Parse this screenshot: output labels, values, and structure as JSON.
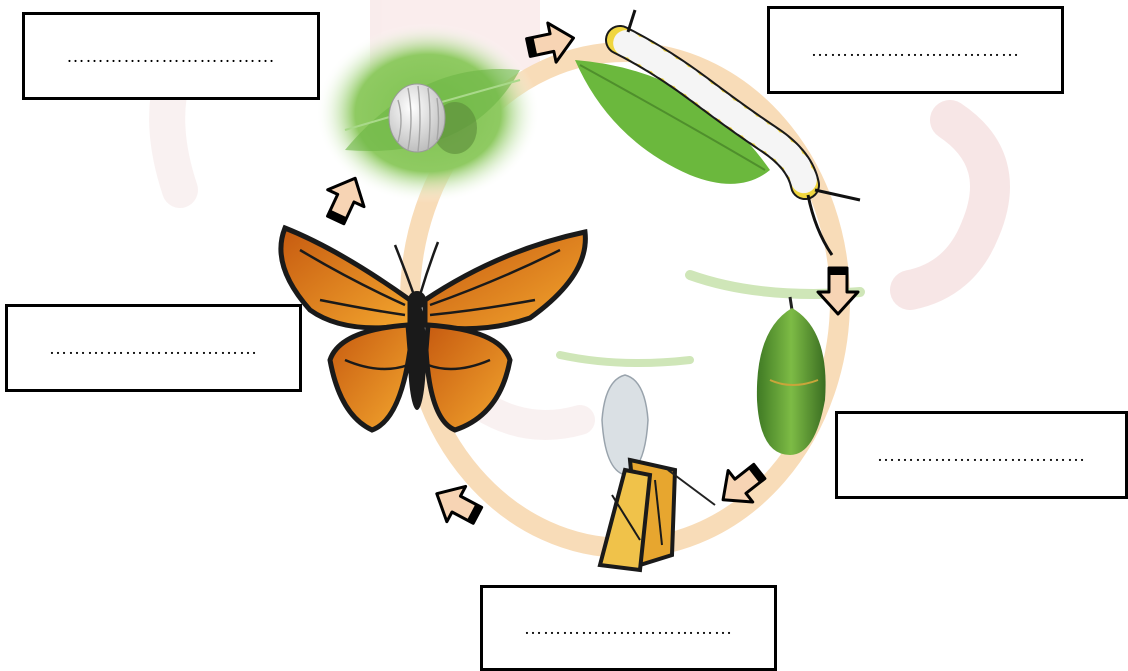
{
  "diagram": {
    "label_boxes": [
      {
        "id": "egg-stage-label",
        "text": "……………………………"
      },
      {
        "id": "larva-stage-label",
        "text": "……………………………"
      },
      {
        "id": "adult-stage-label",
        "text": "……………………………"
      },
      {
        "id": "pupa-stage-label",
        "text": "……………………………"
      },
      {
        "id": "emerging-stage-label",
        "text": "……………………………"
      }
    ],
    "stages": [
      {
        "name": "egg-on-leaf-image"
      },
      {
        "name": "caterpillar-image"
      },
      {
        "name": "chrysalis-image"
      },
      {
        "name": "emerging-butterfly-image"
      },
      {
        "name": "adult-butterfly-image"
      }
    ],
    "colors": {
      "cycle_ring": "#f8dcb8",
      "arrow_fill": "#f7d4b4",
      "arrow_outline": "#000000",
      "leaf_green": "#5fae3a",
      "wing_orange": "#e8891c",
      "watermark": "#f1d8d8"
    }
  }
}
